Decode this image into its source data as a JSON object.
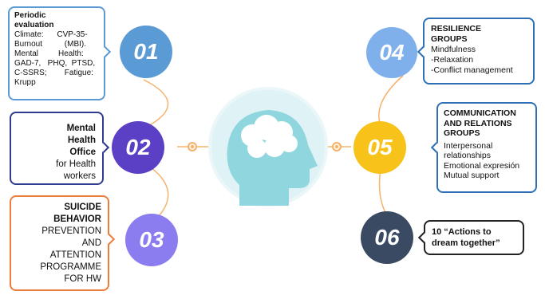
{
  "colors": {
    "c01": "#5b9bd5",
    "c02": "#5b3fc4",
    "c03": "#8b7cf0",
    "c04": "#7fb0ec",
    "c05": "#f7c21a",
    "c06": "#3b4a63",
    "head": "#8fd6de",
    "connector": "#f6b26b"
  },
  "steps": [
    {
      "number": "01",
      "icon": "none"
    },
    {
      "number": "02"
    },
    {
      "number": "03"
    },
    {
      "number": "04"
    },
    {
      "number": "05"
    },
    {
      "number": "06"
    }
  ],
  "boxes": {
    "b01": {
      "title": "Periodic evaluation",
      "lines": [
        "Climate:      CVP-35-",
        "Burnout          (MBI).",
        "Mental         Health:",
        "GAD-7,   PHQ,  PTSD,",
        "C-SSRS;        Fatigue:",
        "Krupp"
      ]
    },
    "b02": {
      "title": "Mental Health Office",
      "lines": [
        "for Health",
        "workers"
      ]
    },
    "b03": {
      "title": "SUICIDE BEHAVIOR",
      "lines": [
        "PREVENTION",
        "AND",
        "ATTENTION",
        "PROGRAMME",
        "FOR HW"
      ]
    },
    "b04": {
      "title": "RESILIENCE GROUPS",
      "lines": [
        "Mindfulness",
        "-Relaxation",
        "-Conflict management"
      ]
    },
    "b05": {
      "title": "COMMUNICATION AND RELATIONS GROUPS",
      "lines": [
        "Interpersonal",
        "relationships",
        "Emotional expresión",
        "Mutual support"
      ]
    },
    "b06": {
      "title": "10 “Actions to dream together”",
      "lines": []
    }
  },
  "center": {
    "icon": "head-brain-icon"
  }
}
